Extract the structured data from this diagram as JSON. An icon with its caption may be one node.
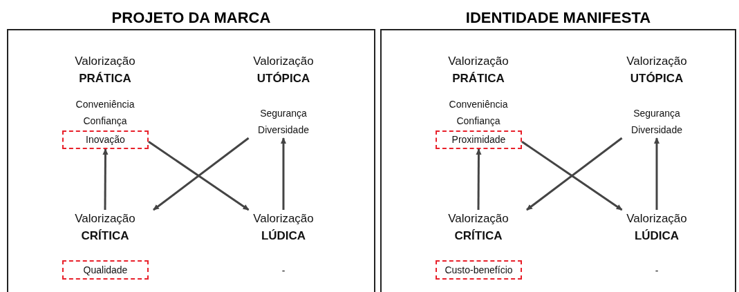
{
  "diagram": {
    "nodes": [
      {
        "text": [
          "PROJETO DA MARCA"
        ]
      },
      {
        "text": [
          "Valorização **PRÁTICA**",
          "Conveniência Confiança"
        ],
        "in": 0
      },
      {
        "text": [
          "Inovação"
        ],
        "in": 0
      },
      {
        "text": [
          "Valorização **UTÓPICA**",
          "Segurança Diversidade"
        ],
        "in": 0
      },
      {
        "text": [
          "Valorização **CRÍTICA**"
        ],
        "in": 0
      },
      {
        "text": [
          "Qualidade"
        ],
        "in": 0
      },
      {
        "text": [
          "Valorização **LÚDICA**",
          "-"
        ],
        "in": 0
      },
      {
        "text": [
          "IDENTIDADE MANIFESTA"
        ]
      },
      {
        "text": [
          "Valorização **PRÁTICA**",
          "Conveniência Confiança"
        ],
        "in": 7
      },
      {
        "text": [
          "Proximidade"
        ],
        "in": 7
      },
      {
        "text": [
          "Valorização **UTÓPICA**",
          "Segurança Diversidade"
        ],
        "in": 7
      },
      {
        "text": [
          "Valorização **CRÍTICA**"
        ],
        "in": 7
      },
      {
        "text": [
          "Custo-benefício"
        ],
        "in": 7
      },
      {
        "text": [
          "Valorização **LÚDICA**",
          "-"
        ],
        "in": 7
      }
    ],
    "edges": [
      {
        "from": 4,
        "to": 2,
        "arrow": "to"
      },
      {
        "from": 2,
        "to": 6,
        "arrow": "to"
      },
      {
        "from": 3,
        "to": 4,
        "arrow": "to"
      },
      {
        "from": 6,
        "to": 3,
        "arrow": "to"
      },
      {
        "from": 11,
        "to": 9,
        "arrow": "to"
      },
      {
        "from": 9,
        "to": 13,
        "arrow": "to"
      },
      {
        "from": 10,
        "to": 11,
        "arrow": "to"
      },
      {
        "from": 13,
        "to": 10,
        "arrow": "to"
      }
    ]
  }
}
